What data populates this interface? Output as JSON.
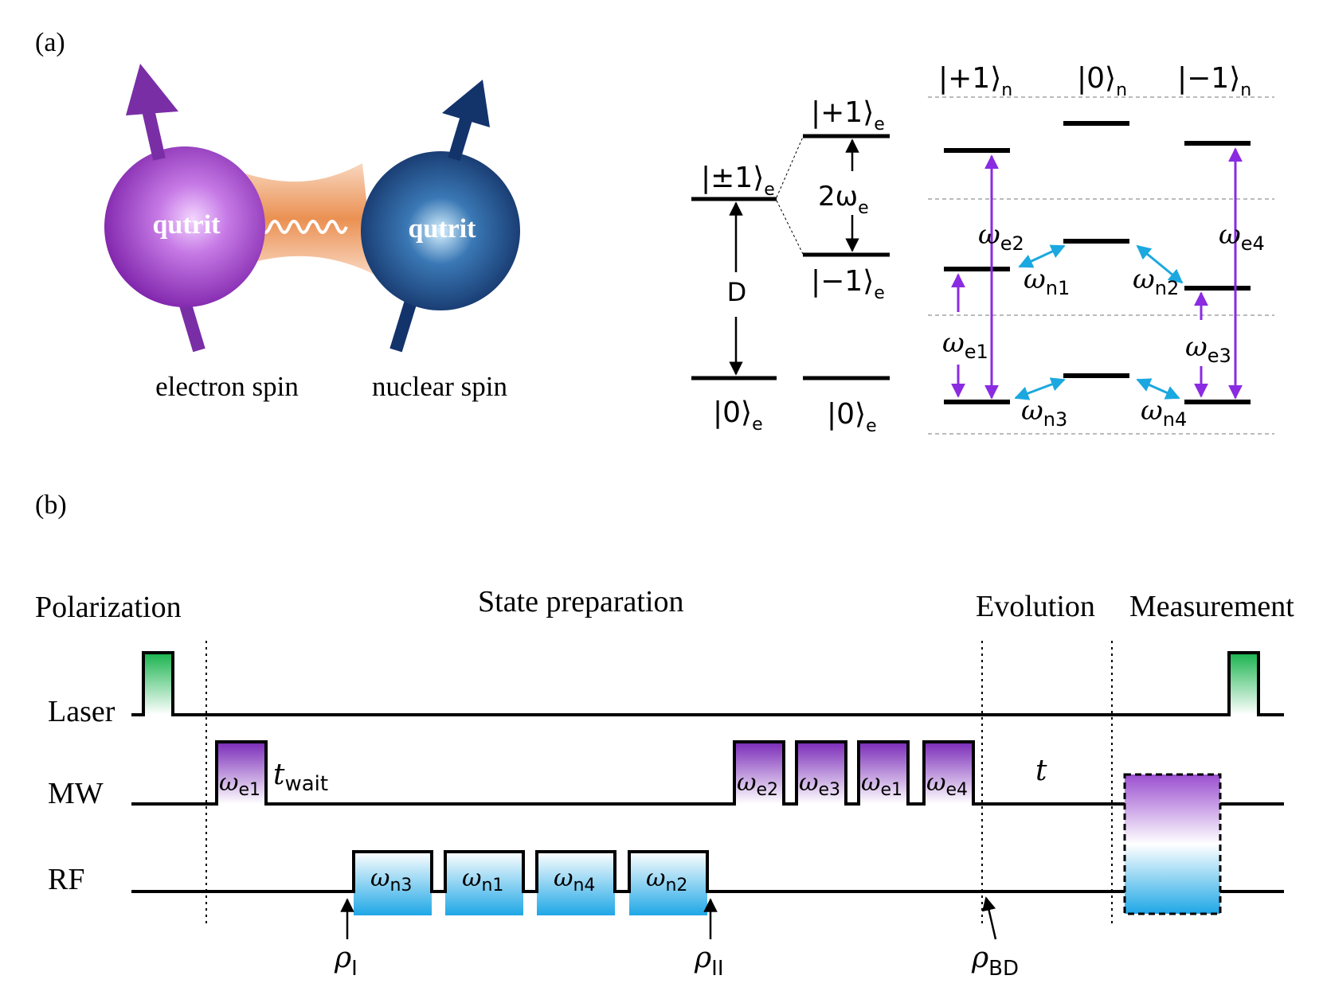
{
  "panel_a": {
    "label": "(a)",
    "qutrit_left": "qutrit",
    "qutrit_right": "qutrit",
    "electron_label": "electron spin",
    "nuclear_label": "nuclear spin",
    "levels": {
      "pm1e": "|±1⟩",
      "p1e": "|+1⟩",
      "m1e": "|−1⟩",
      "zero_e_left": "|0⟩",
      "zero_e_right": "|0⟩",
      "sub_e": "e",
      "D": "D",
      "two_omega": "2ω",
      "two_omega_sub": "e"
    },
    "nuclear": {
      "p1n": "|+1⟩",
      "zero_n": "|0⟩",
      "m1n": "|−1⟩",
      "sub_n": "n"
    },
    "transitions": {
      "omega": "ω",
      "e1": "e1",
      "e2": "e2",
      "e3": "e3",
      "e4": "e4",
      "n1": "n1",
      "n2": "n2",
      "n3": "n3",
      "n4": "n4"
    }
  },
  "panel_b": {
    "label": "(b)",
    "stages": {
      "polarization": "Polarization",
      "state_prep": "State preparation",
      "evolution": "Evolution",
      "measurement": "Measurement"
    },
    "rows": {
      "laser": "Laser",
      "mw": "MW",
      "rf": "RF"
    },
    "mw_pulses": [
      "e1",
      "e2",
      "e3",
      "e1",
      "e4"
    ],
    "rf_pulses": [
      "n3",
      "n1",
      "n4",
      "n2"
    ],
    "omega": "ω",
    "t_wait": "t",
    "t_wait_sub": "wait",
    "t_evo": "t",
    "rho": "ρ",
    "rho_I_sub": "I",
    "rho_II_sub": "II",
    "rho_BD_sub": "BD"
  },
  "colors": {
    "purple": "#8a2be2",
    "cyan": "#1ba8e0",
    "laser_green": "#1fbf5a",
    "electron_sphere": "#a64dd6",
    "nuclear_sphere": "#1f4e8c",
    "bridge": "#e9874a"
  }
}
